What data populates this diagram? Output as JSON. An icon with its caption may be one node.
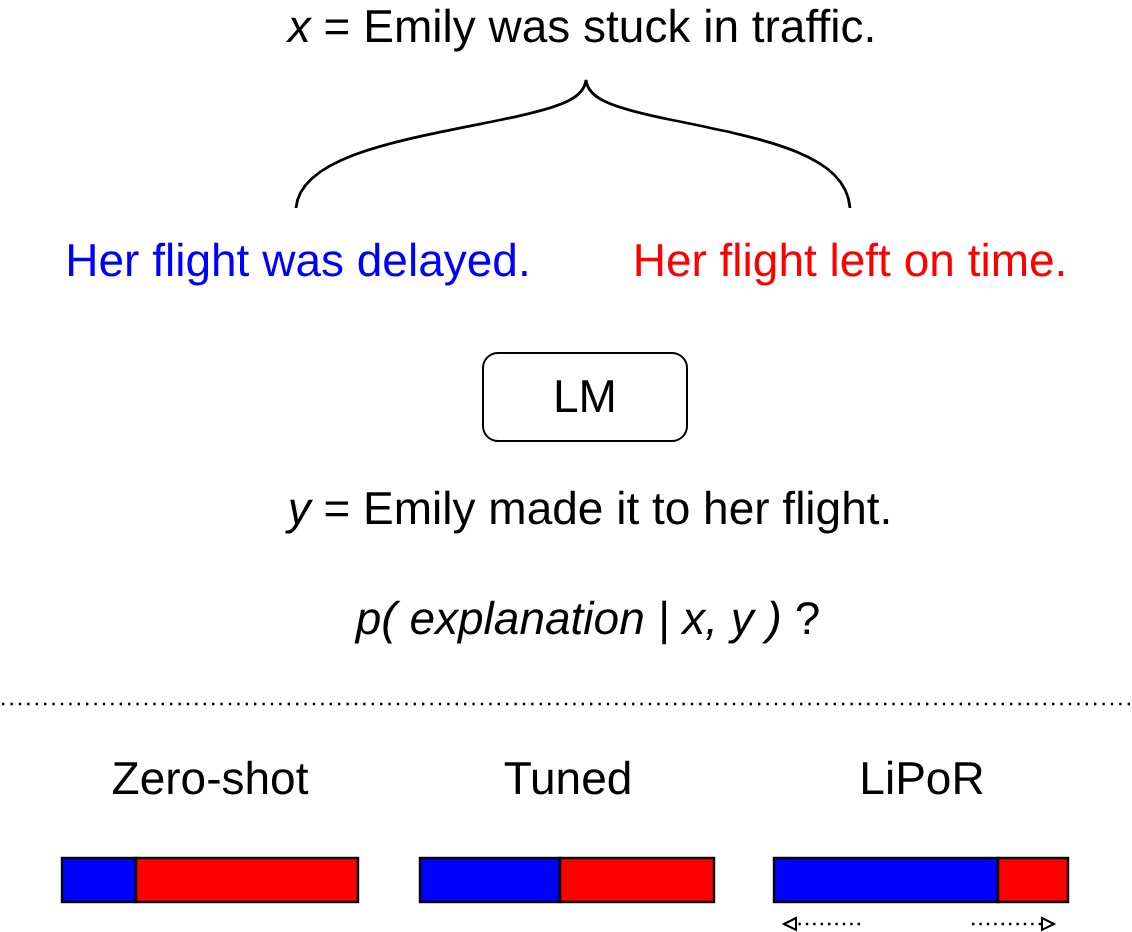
{
  "diagram": {
    "nodes": [
      {
        "text": [
          "LM"
        ]
      }
    ],
    "labels": [
      "*x* = Emily was stuck in traffic.",
      "Her flight was delayed.",
      "Her flight left on time.",
      "*y* = Emily made it to her flight.",
      "*p( explanation | x, y )* ?",
      "Zero-shot",
      "Tuned",
      "LiPoR"
    ]
  }
}
